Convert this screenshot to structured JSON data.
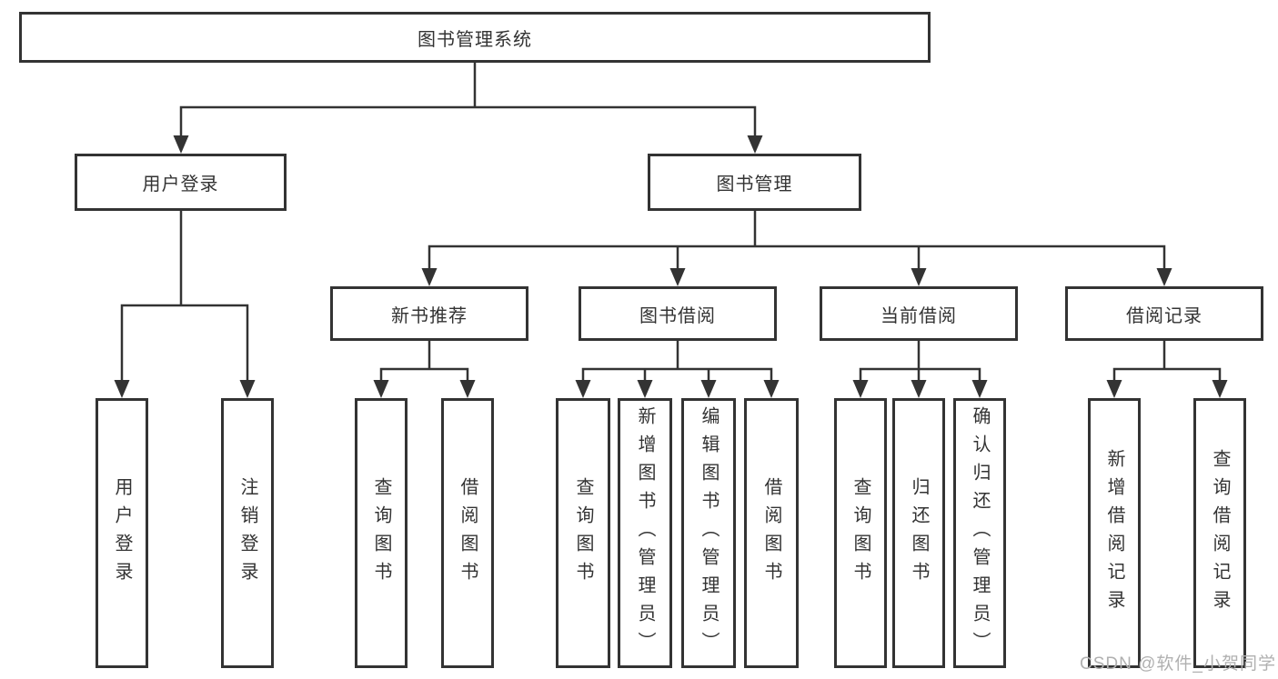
{
  "tree": {
    "root": "图书管理系统",
    "branches": [
      {
        "label": "用户登录",
        "children": [
          "用户登录",
          "注销登录"
        ]
      },
      {
        "label": "图书管理",
        "children": [
          {
            "label": "新书推荐",
            "children": [
              "查询图书",
              "借阅图书"
            ]
          },
          {
            "label": "图书借阅",
            "children": [
              "查询图书",
              "新增图书（管理员）",
              "编辑图书（管理员）",
              "借阅图书"
            ]
          },
          {
            "label": "当前借阅",
            "children": [
              "查询图书",
              "归还图书",
              "确认归还（管理员）"
            ]
          },
          {
            "label": "借阅记录",
            "children": [
              "新增借阅记录",
              "查询借阅记录"
            ]
          }
        ]
      }
    ]
  },
  "watermark": "CSDN @软件_小贺同学",
  "colors": {
    "background": "#ffffff",
    "line": "#333333",
    "box_border": "#333333",
    "text": "#333333",
    "watermark": "#b0b0b0"
  }
}
